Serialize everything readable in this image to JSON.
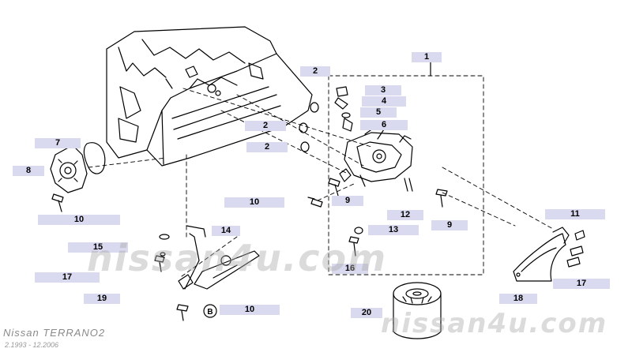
{
  "watermark": "nissan4u.com",
  "brand": {
    "model": "Nissan TERRANO2",
    "years": "2.1993 - 12.2006"
  },
  "accent_color": "#d9d9ef",
  "circle_mark": "B",
  "callouts": [
    {
      "label": "1",
      "name": "callout-1-oil-pump-assembly"
    },
    {
      "label": "2",
      "name": "callout-2-o-ring-top"
    },
    {
      "label": "2",
      "name": "callout-2-o-ring-middle"
    },
    {
      "label": "2",
      "name": "callout-2-o-ring-lower"
    },
    {
      "label": "3",
      "name": "callout-3-plug"
    },
    {
      "label": "4",
      "name": "callout-4-washer"
    },
    {
      "label": "5",
      "name": "callout-5-spring"
    },
    {
      "label": "6",
      "name": "callout-6-valve"
    },
    {
      "label": "7",
      "name": "callout-7-gasket"
    },
    {
      "label": "8",
      "name": "callout-8-sprocket"
    },
    {
      "label": "10",
      "name": "callout-10-bolt-left"
    },
    {
      "label": "10",
      "name": "callout-10-bolt-center"
    },
    {
      "label": "9",
      "name": "callout-9-bolt-upper"
    },
    {
      "label": "12",
      "name": "callout-12-pin"
    },
    {
      "label": "9",
      "name": "callout-9-bolt-right"
    },
    {
      "label": "13",
      "name": "callout-13-washer"
    },
    {
      "label": "16",
      "name": "callout-16-bolt"
    },
    {
      "label": "14",
      "name": "callout-14-strainer"
    },
    {
      "label": "15",
      "name": "callout-15-gasket"
    },
    {
      "label": "17",
      "name": "callout-17-bolt-left"
    },
    {
      "label": "19",
      "name": "callout-19-bracket"
    },
    {
      "label": "10",
      "name": "callout-10-bolt-bottom"
    },
    {
      "label": "20",
      "name": "callout-20-oil-filter"
    },
    {
      "label": "11",
      "name": "callout-11-bolt"
    },
    {
      "label": "17",
      "name": "callout-17-bolt-right"
    },
    {
      "label": "18",
      "name": "callout-18-baffle"
    }
  ]
}
